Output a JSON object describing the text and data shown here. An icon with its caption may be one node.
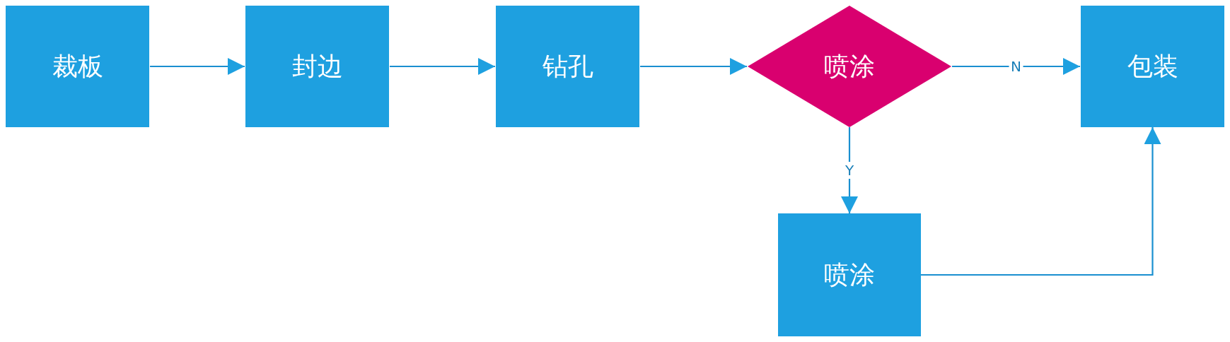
{
  "diagram": {
    "nodes": [
      {
        "text": [
          "裁板"
        ]
      },
      {
        "text": [
          "封边"
        ]
      },
      {
        "text": [
          "钻孔"
        ]
      },
      {
        "text": [
          "喷涂"
        ]
      },
      {
        "text": [
          "包装"
        ]
      },
      {
        "text": [
          "喷涂"
        ]
      }
    ],
    "edges": [
      {
        "from": 0,
        "to": 1,
        "arrow": "to"
      },
      {
        "from": 1,
        "to": 2,
        "arrow": "to"
      },
      {
        "from": 2,
        "to": 3,
        "arrow": "to"
      },
      {
        "from": 3,
        "to": 4,
        "arrow": "to",
        "label": "N"
      },
      {
        "from": 3,
        "to": 5,
        "arrow": "to",
        "label": "Y"
      },
      {
        "from": 5,
        "to": 4,
        "arrow": "to"
      }
    ]
  }
}
